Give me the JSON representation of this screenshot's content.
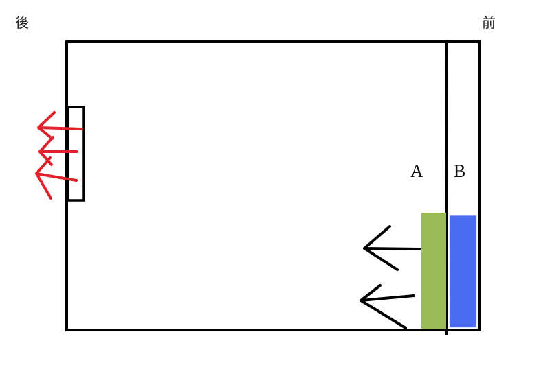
{
  "labels": {
    "back": "後",
    "front": "前",
    "zone_a": "A",
    "zone_b": "B"
  },
  "colors": {
    "outline": "#000000",
    "zone_a_fill": "#9bbb59",
    "zone_b_fill": "#4a6cf0",
    "exhaust_arrows": "#e0202a",
    "airflow_arrows": "#000000"
  }
}
